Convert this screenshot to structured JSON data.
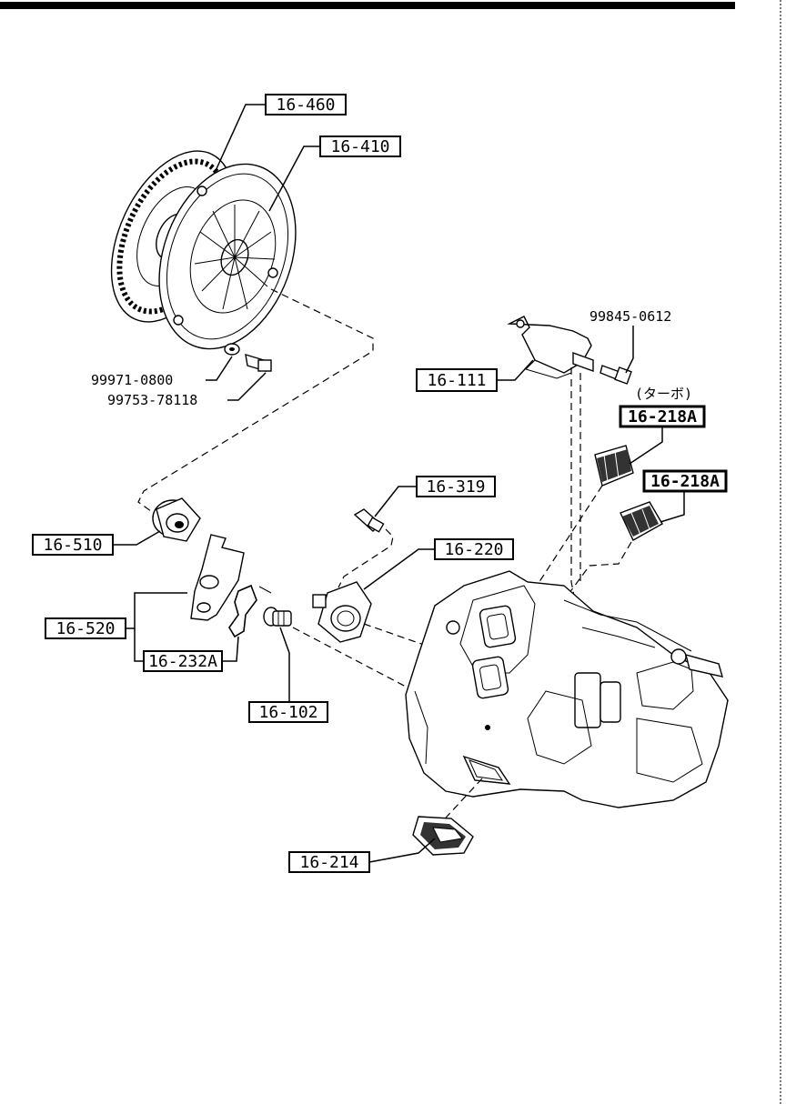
{
  "callouts": {
    "pressure_plate_disc": "16-460",
    "clutch_cover": "16-410",
    "release_bearing": "16-510",
    "release_fork": "16-520",
    "spring_clip": "16-232A",
    "pivot_bolt": "16-102",
    "bracket": "16-111",
    "service_plug_a": "16-218A",
    "service_plug_b": "16-218A",
    "stud_bolt": "16-319",
    "cover_plate": "16-220",
    "rubber_plug": "16-214"
  },
  "part_numbers": {
    "washer": "99971-0800",
    "bolt": "99753-78118",
    "bracket_bolt": "99845-0612"
  },
  "notes": {
    "turbo": "(ターボ)"
  }
}
